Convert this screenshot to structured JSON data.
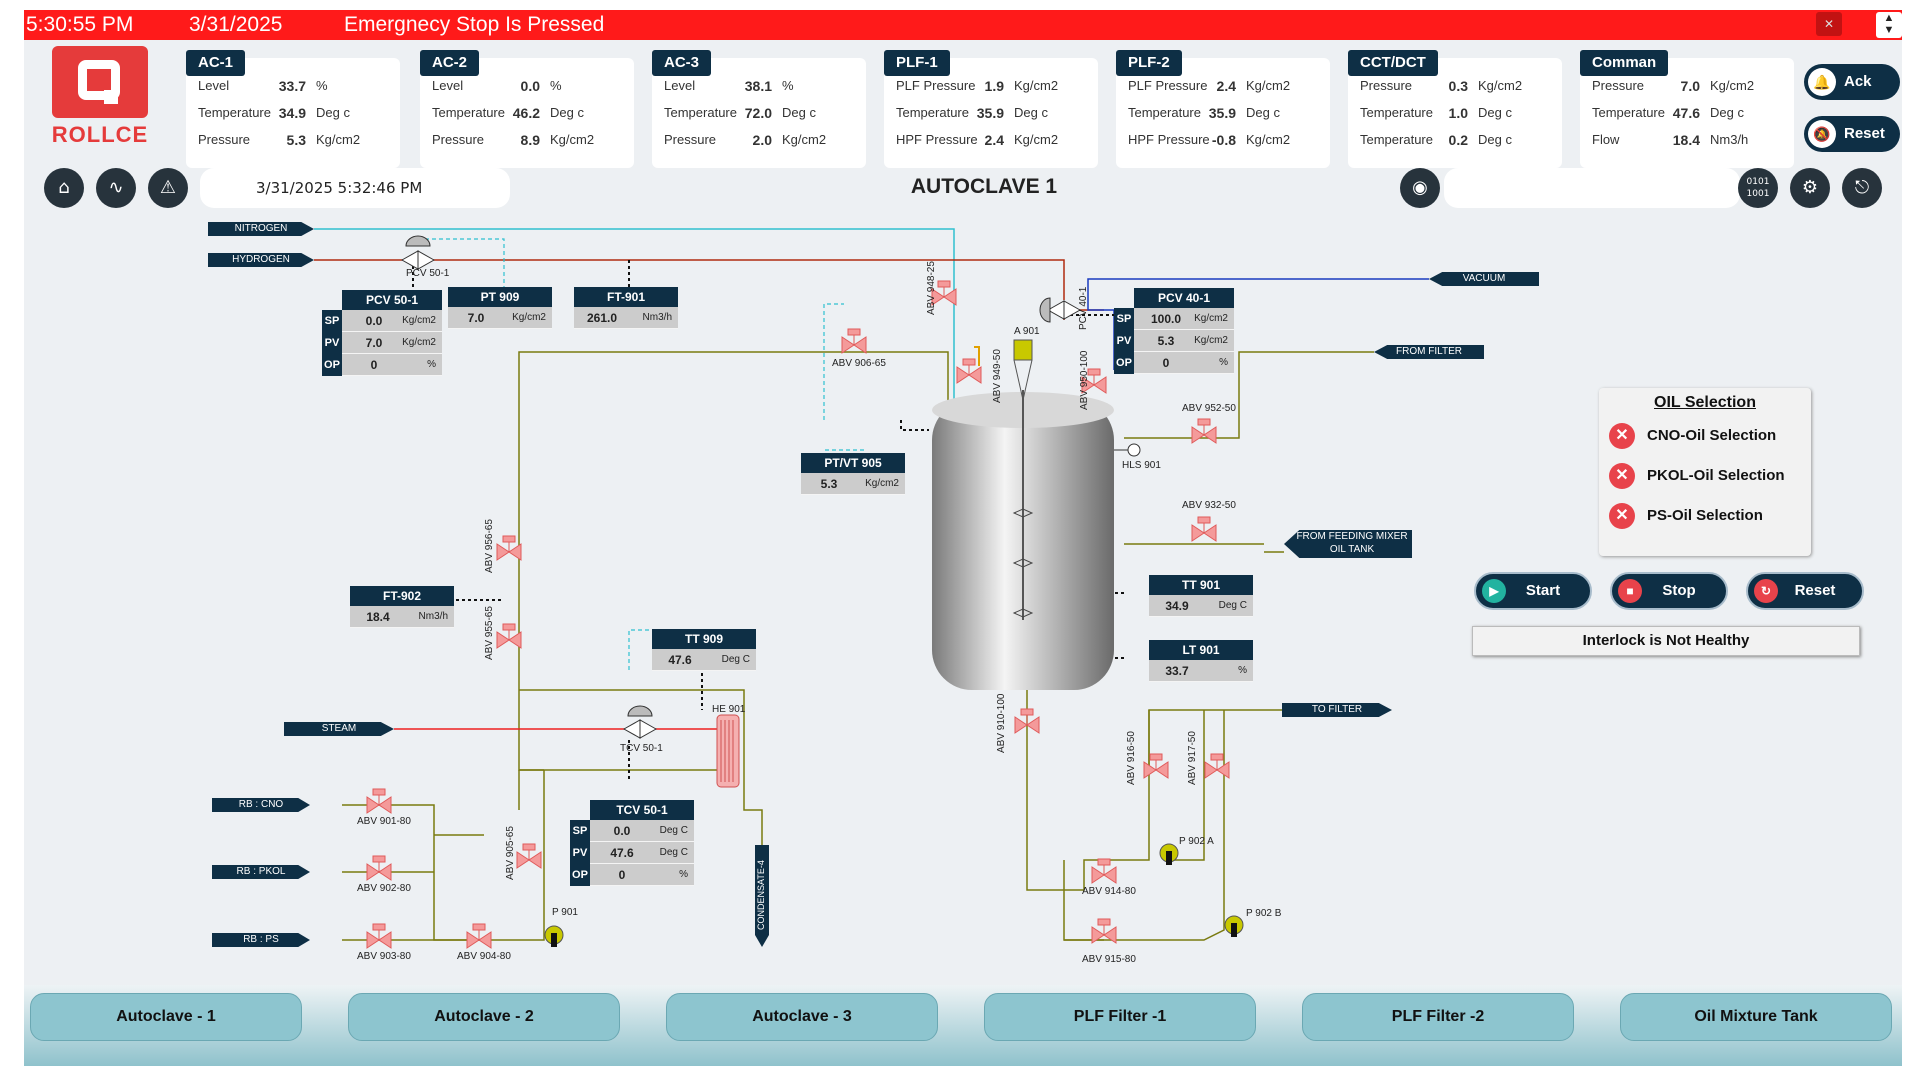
{
  "alarm_bar": {
    "time": "5:30:55 PM",
    "date": "3/31/2025",
    "message": "Emergnecy Stop Is Pressed"
  },
  "brand": {
    "name": "ROLLCE"
  },
  "cards": [
    {
      "title": "AC-1",
      "rows": [
        {
          "label": "Level",
          "value": "33.7",
          "unit": "%"
        },
        {
          "label": "Temperature",
          "value": "34.9",
          "unit": "Deg c"
        },
        {
          "label": "Pressure",
          "value": "5.3",
          "unit": "Kg/cm2"
        }
      ]
    },
    {
      "title": "AC-2",
      "rows": [
        {
          "label": "Level",
          "value": "0.0",
          "unit": "%"
        },
        {
          "label": "Temperature",
          "value": "46.2",
          "unit": "Deg c"
        },
        {
          "label": "Pressure",
          "value": "8.9",
          "unit": "Kg/cm2"
        }
      ]
    },
    {
      "title": "AC-3",
      "rows": [
        {
          "label": "Level",
          "value": "38.1",
          "unit": "%"
        },
        {
          "label": "Temperature",
          "value": "72.0",
          "unit": "Deg c"
        },
        {
          "label": "Pressure",
          "value": "2.0",
          "unit": "Kg/cm2"
        }
      ]
    },
    {
      "title": "PLF-1",
      "rows": [
        {
          "label": "PLF Pressure",
          "value": "1.9",
          "unit": "Kg/cm2"
        },
        {
          "label": "Temperature",
          "value": "35.9",
          "unit": "Deg c"
        },
        {
          "label": "HPF Pressure",
          "value": "2.4",
          "unit": "Kg/cm2"
        }
      ]
    },
    {
      "title": "PLF-2",
      "rows": [
        {
          "label": "PLF Pressure",
          "value": "2.4",
          "unit": "Kg/cm2"
        },
        {
          "label": "Temperature",
          "value": "35.9",
          "unit": "Deg c"
        },
        {
          "label": "HPF Pressure",
          "value": "-0.8",
          "unit": "Kg/cm2"
        }
      ]
    },
    {
      "title": "CCT/DCT",
      "rows": [
        {
          "label": "Pressure",
          "value": "0.3",
          "unit": "Kg/cm2"
        },
        {
          "label": "Temperature",
          "value": "1.0",
          "unit": "Deg c"
        },
        {
          "label": "Temperature",
          "value": "0.2",
          "unit": "Deg c"
        }
      ]
    },
    {
      "title": "Comman",
      "rows": [
        {
          "label": "Pressure",
          "value": "7.0",
          "unit": "Kg/cm2"
        },
        {
          "label": "Temperature",
          "value": "47.6",
          "unit": "Deg c"
        },
        {
          "label": "Flow",
          "value": "18.4",
          "unit": "Nm3/h"
        }
      ]
    }
  ],
  "ack_label": "Ack",
  "reset_top_label": "Reset",
  "datetime": "3/31/2025 5:32:46 PM",
  "title": "AUTOCLAVE 1",
  "binary_icon": "0101\n1001",
  "lines": {
    "nitrogen": "NITROGEN",
    "hydrogen": "HYDROGEN",
    "vacuum": "VACUUM",
    "from_filter": "FROM FILTER",
    "from_feeding": "FROM FEEDING MIXER OIL TANK",
    "steam": "STEAM",
    "to_filter": "TO FILTER",
    "rb_cno": "RB : CNO",
    "rb_pkol": "RB : PKOL",
    "rb_ps": "RB : PS",
    "condensate": "CONDENSATE-4"
  },
  "tags": {
    "pcv501": "PCV 50-1",
    "abv94825": "ABV 948-25",
    "abv94950": "ABV 949-50",
    "a901": "A 901",
    "abv950100": "ABV 950-100",
    "pcv401": "PCV 40-1",
    "abv90665": "ABV 906-65",
    "abv95250": "ABV 952-50",
    "hls901": "HLS 901",
    "abv93250": "ABV 932-50",
    "abv95665": "ABV 956-65",
    "abv95565": "ABV 955-65",
    "tcv501": "TCV 50-1",
    "he901": "HE 901",
    "abv91080": "ABV 910-100",
    "abv91650": "ABV 916-50",
    "abv91750": "ABV 917-50",
    "p902a": "P 902 A",
    "p902b": "P 902 B",
    "abv91480": "ABV 914-80",
    "abv91580": "ABV 915-80",
    "abv90180": "ABV 901-80",
    "abv90280": "ABV 902-80",
    "abv90380": "ABV 903-80",
    "abv90480": "ABV 904-80",
    "abv90565": "ABV 905-65",
    "p901": "P 901"
  },
  "boxes": {
    "pcv501": {
      "title": "PCV 50-1",
      "rows": [
        {
          "k": "SP",
          "v": "0.0",
          "u": "Kg/cm2"
        },
        {
          "k": "PV",
          "v": "7.0",
          "u": "Kg/cm2"
        },
        {
          "k": "OP",
          "v": "0",
          "u": "%"
        }
      ]
    },
    "pt909": {
      "title": "PT 909",
      "v": "7.0",
      "u": "Kg/cm2"
    },
    "ft901": {
      "title": "FT-901",
      "v": "261.0",
      "u": "Nm3/h"
    },
    "pcv401": {
      "title": "PCV 40-1",
      "rows": [
        {
          "k": "SP",
          "v": "100.0",
          "u": "Kg/cm2"
        },
        {
          "k": "PV",
          "v": "5.3",
          "u": "Kg/cm2"
        },
        {
          "k": "OP",
          "v": "0",
          "u": "%"
        }
      ]
    },
    "ptvt905": {
      "title": "PT/VT 905",
      "v": "5.3",
      "u": "Kg/cm2"
    },
    "ft902": {
      "title": "FT-902",
      "v": "18.4",
      "u": "Nm3/h"
    },
    "tt909": {
      "title": "TT 909",
      "v": "47.6",
      "u": "Deg C"
    },
    "tt901": {
      "title": "TT 901",
      "v": "34.9",
      "u": "Deg C"
    },
    "lt901": {
      "title": "LT 901",
      "v": "33.7",
      "u": "%"
    },
    "tcv501": {
      "title": "TCV 50-1",
      "rows": [
        {
          "k": "SP",
          "v": "0.0",
          "u": "Deg C"
        },
        {
          "k": "PV",
          "v": "47.6",
          "u": "Deg C"
        },
        {
          "k": "OP",
          "v": "0",
          "u": "%"
        }
      ]
    }
  },
  "oil": {
    "title": "OIL Selection",
    "items": [
      "CNO-Oil Selection",
      "PKOL-Oil Selection",
      "PS-Oil Selection"
    ]
  },
  "controls": {
    "start": "Start",
    "stop": "Stop",
    "reset": "Reset",
    "interlock": "Interlock is Not Healthy"
  },
  "nav": [
    "Autoclave - 1",
    "Autoclave - 2",
    "Autoclave - 3",
    "PLF Filter -1",
    "PLF Filter -2",
    "Oil Mixture Tank"
  ],
  "colors": {
    "alarm": "#ff1a1a",
    "navy": "#0e2f45",
    "nav": "#8dc5cf",
    "brand": "#e53b3b"
  },
  "icons": {
    "home": "home-icon",
    "trend": "trend-icon",
    "alarm": "alarm-icon",
    "user": "user-icon",
    "settings": "gear-icon",
    "logout": "logout-icon",
    "bell": "bell-icon",
    "mute": "mute-icon"
  }
}
